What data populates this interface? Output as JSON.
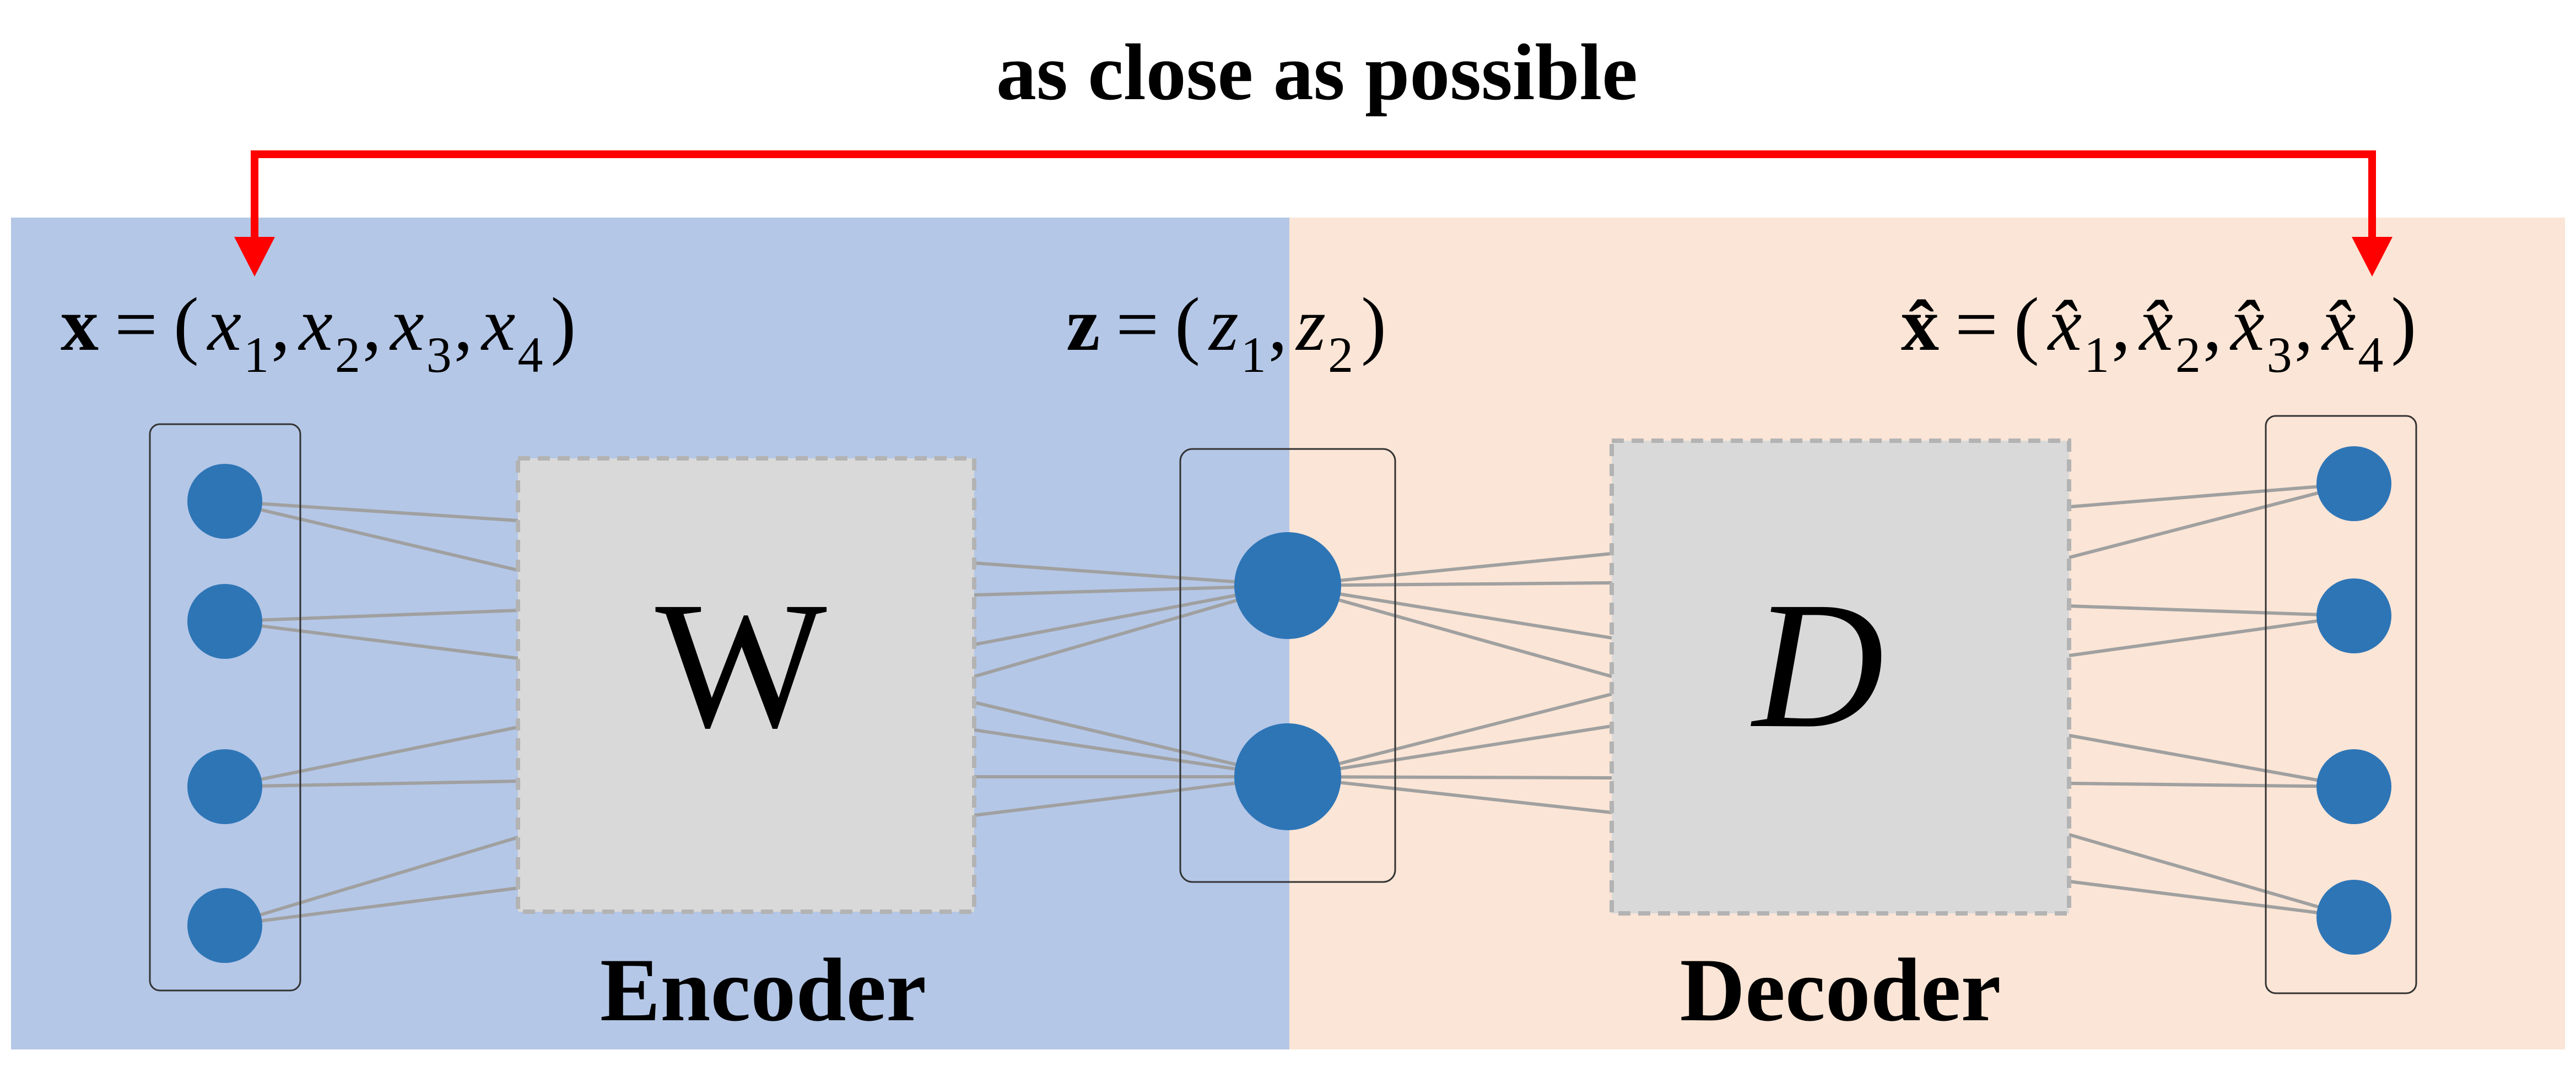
{
  "title": "as close as possible",
  "encoder": {
    "label": "Encoder",
    "weight_symbol": "W"
  },
  "decoder": {
    "label": "Decoder",
    "weight_symbol": "D"
  },
  "input_vector": {
    "symbol": "x",
    "equals": "=",
    "open": "(",
    "close": ")",
    "comma": ",",
    "elements": [
      "x",
      "x",
      "x",
      "x"
    ],
    "subscripts": [
      "1",
      "2",
      "3",
      "4"
    ]
  },
  "latent_vector": {
    "symbol": "z",
    "equals": "=",
    "open": "(",
    "close": ")",
    "comma": ",",
    "elements": [
      "z",
      "z"
    ],
    "subscripts": [
      "1",
      "2"
    ]
  },
  "output_vector": {
    "symbol": "x̂",
    "equals": "=",
    "open": "(",
    "close": ")",
    "comma": ",",
    "elements": [
      "x̂",
      "x̂",
      "x̂",
      "x̂"
    ],
    "subscripts": [
      "1",
      "2",
      "3",
      "4"
    ]
  },
  "colors": {
    "encoder_bg": "#b4c7e7",
    "decoder_bg": "#fbe5d6",
    "node": "#2e75b6",
    "weight_box": "#d9d9d9",
    "weight_box_border": "#b3b3b3",
    "connection": "#a0a0a0",
    "arrow": "#ff0000",
    "group_border": "#333333"
  }
}
